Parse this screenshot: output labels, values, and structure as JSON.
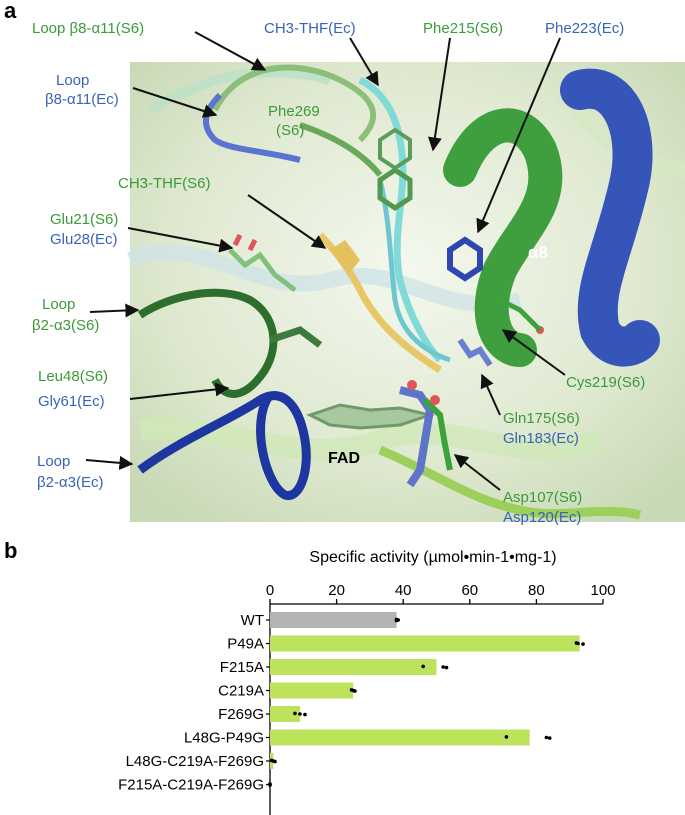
{
  "panel_a": {
    "letter": "a",
    "labels": {
      "loop_b8_a11_s6": "Loop β8-α11(S6)",
      "ch3_thf_ec": "CH3-THF(Ec)",
      "phe215_s6": "Phe215(S6)",
      "phe223_ec": "Phe223(Ec)",
      "loop_ec_line1": "Loop",
      "loop_b8_a11_ec_line2": "β8-α11(Ec)",
      "phe269_line1": "Phe269",
      "phe269_line2": "(S6)",
      "ch3_thf_s6": "CH3-THF(S6)",
      "glu21_s6": "Glu21(S6)",
      "glu28_ec": "Glu28(Ec)",
      "alpha8": "α8",
      "loop_s6_line1": "Loop",
      "loop_b2_a3_s6_line2": "β2-α3(S6)",
      "leu48_s6": "Leu48(S6)",
      "gly61_ec": "Gly61(Ec)",
      "cys219_s6": "Cys219(S6)",
      "gln175_s6": "Gln175(S6)",
      "gln183_ec": "Gln183(Ec)",
      "fad": "FAD",
      "loop_ec2_line1": "Loop",
      "loop_b2_a3_ec_line2": "β2-α3(Ec)",
      "asp107_s6": "Asp107(S6)",
      "asp120_ec": "Asp120(Ec)"
    }
  },
  "panel_b": {
    "letter": "b"
  },
  "colors": {
    "s6_green": "#3c9a3a",
    "ec_blue": "#3a62b8",
    "wt_bar": "#b3b3b3",
    "mutant_bar": "#bde25c",
    "dot": "#000000"
  },
  "chart_data": {
    "type": "bar",
    "orientation": "horizontal",
    "title": "Specific activity (µmol•min-1•mg-1)",
    "xlim": [
      0,
      100
    ],
    "xticks": [
      0,
      20,
      40,
      60,
      80,
      100
    ],
    "categories": [
      "WT",
      "P49A",
      "F215A",
      "C219A",
      "F269G",
      "L48G-P49G",
      "L48G-C219A-F269G",
      "F215A-C219A-F269G"
    ],
    "values": [
      38,
      93,
      50,
      25,
      9,
      78,
      1,
      0
    ],
    "replicates": [
      [
        38,
        38.5,
        38
      ],
      [
        92,
        92.5,
        94
      ],
      [
        46,
        52,
        53
      ],
      [
        24.5,
        25,
        25.5
      ],
      [
        7.5,
        9,
        10.5
      ],
      [
        71,
        83,
        84
      ],
      [
        0.5,
        1,
        1.5
      ],
      [
        0,
        0,
        0
      ]
    ],
    "bar_colors": [
      "#b3b3b3",
      "#bde25c",
      "#bde25c",
      "#bde25c",
      "#bde25c",
      "#bde25c",
      "#bde25c",
      "#bde25c"
    ]
  }
}
